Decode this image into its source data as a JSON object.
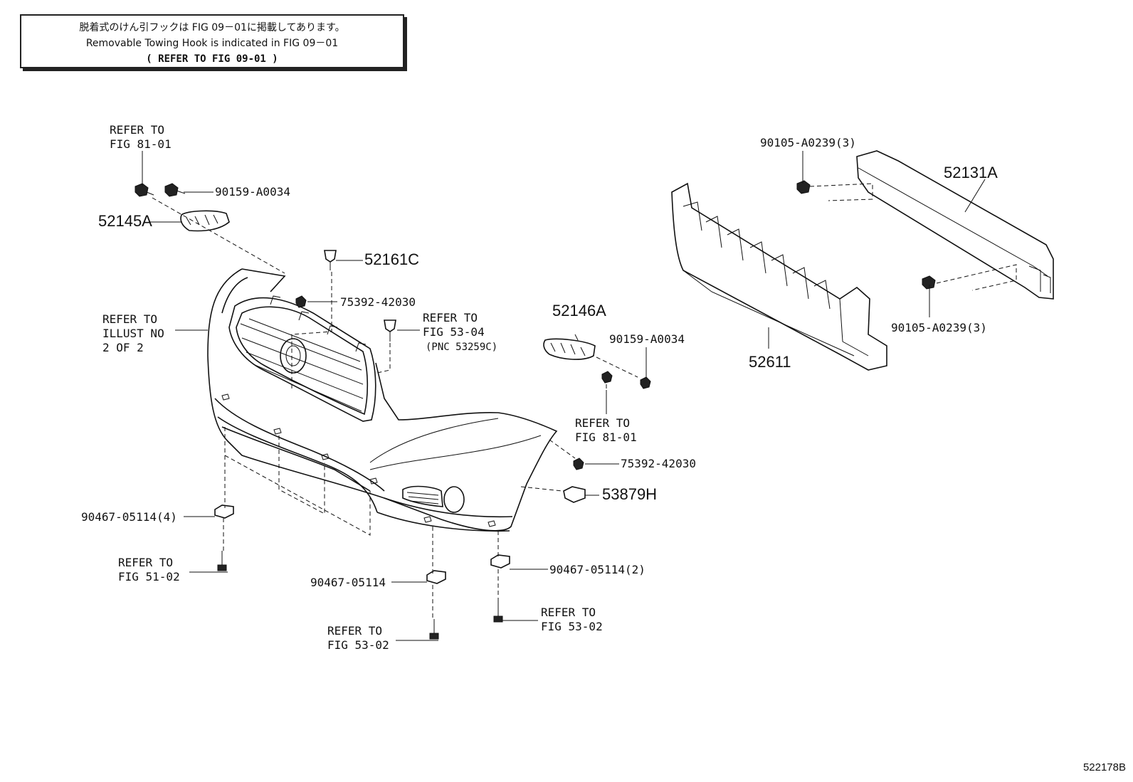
{
  "notice": {
    "line1": "脱着式のけん引フックは FIG 09－01に掲載してあります。",
    "line2": "Removable Towing Hook is indicated in FIG 09－01",
    "line3": "( REFER TO FIG 09-01 )"
  },
  "labels": {
    "refer_81_01_top_a": "REFER TO",
    "refer_81_01_top_b": "FIG 81-01",
    "p_90159_left": "90159-A0034",
    "p_52145A": "52145A",
    "p_52161C": "52161C",
    "p_75392_top": "75392-42030",
    "refer_illust_a": "REFER TO",
    "refer_illust_b": "ILLUST NO",
    "refer_illust_c": "2 OF 2",
    "refer_53_04_a": "REFER TO",
    "refer_53_04_b": "FIG 53-04",
    "refer_53_04_c": "(PNC 53259C)",
    "p_52146A": "52146A",
    "p_90159_right": "90159-A0034",
    "refer_81_01_mid_a": "REFER TO",
    "refer_81_01_mid_b": "FIG 81-01",
    "p_75392_mid": "75392-42030",
    "p_53879H": "53879H",
    "p_90467_4": "90467-05114(4)",
    "refer_51_02_a": "REFER TO",
    "refer_51_02_b": "FIG 51-02",
    "p_90467": "90467-05114",
    "refer_53_02_l_a": "REFER TO",
    "refer_53_02_l_b": "FIG 53-02",
    "p_90467_2": "90467-05114(2)",
    "refer_53_02_r_a": "REFER TO",
    "refer_53_02_r_b": "FIG 53-02",
    "p_90105_top": "90105-A0239(3)",
    "p_52131A": "52131A",
    "p_90105_bot": "90105-A0239(3)",
    "p_52611": "52611"
  },
  "figure_id": "522178B"
}
